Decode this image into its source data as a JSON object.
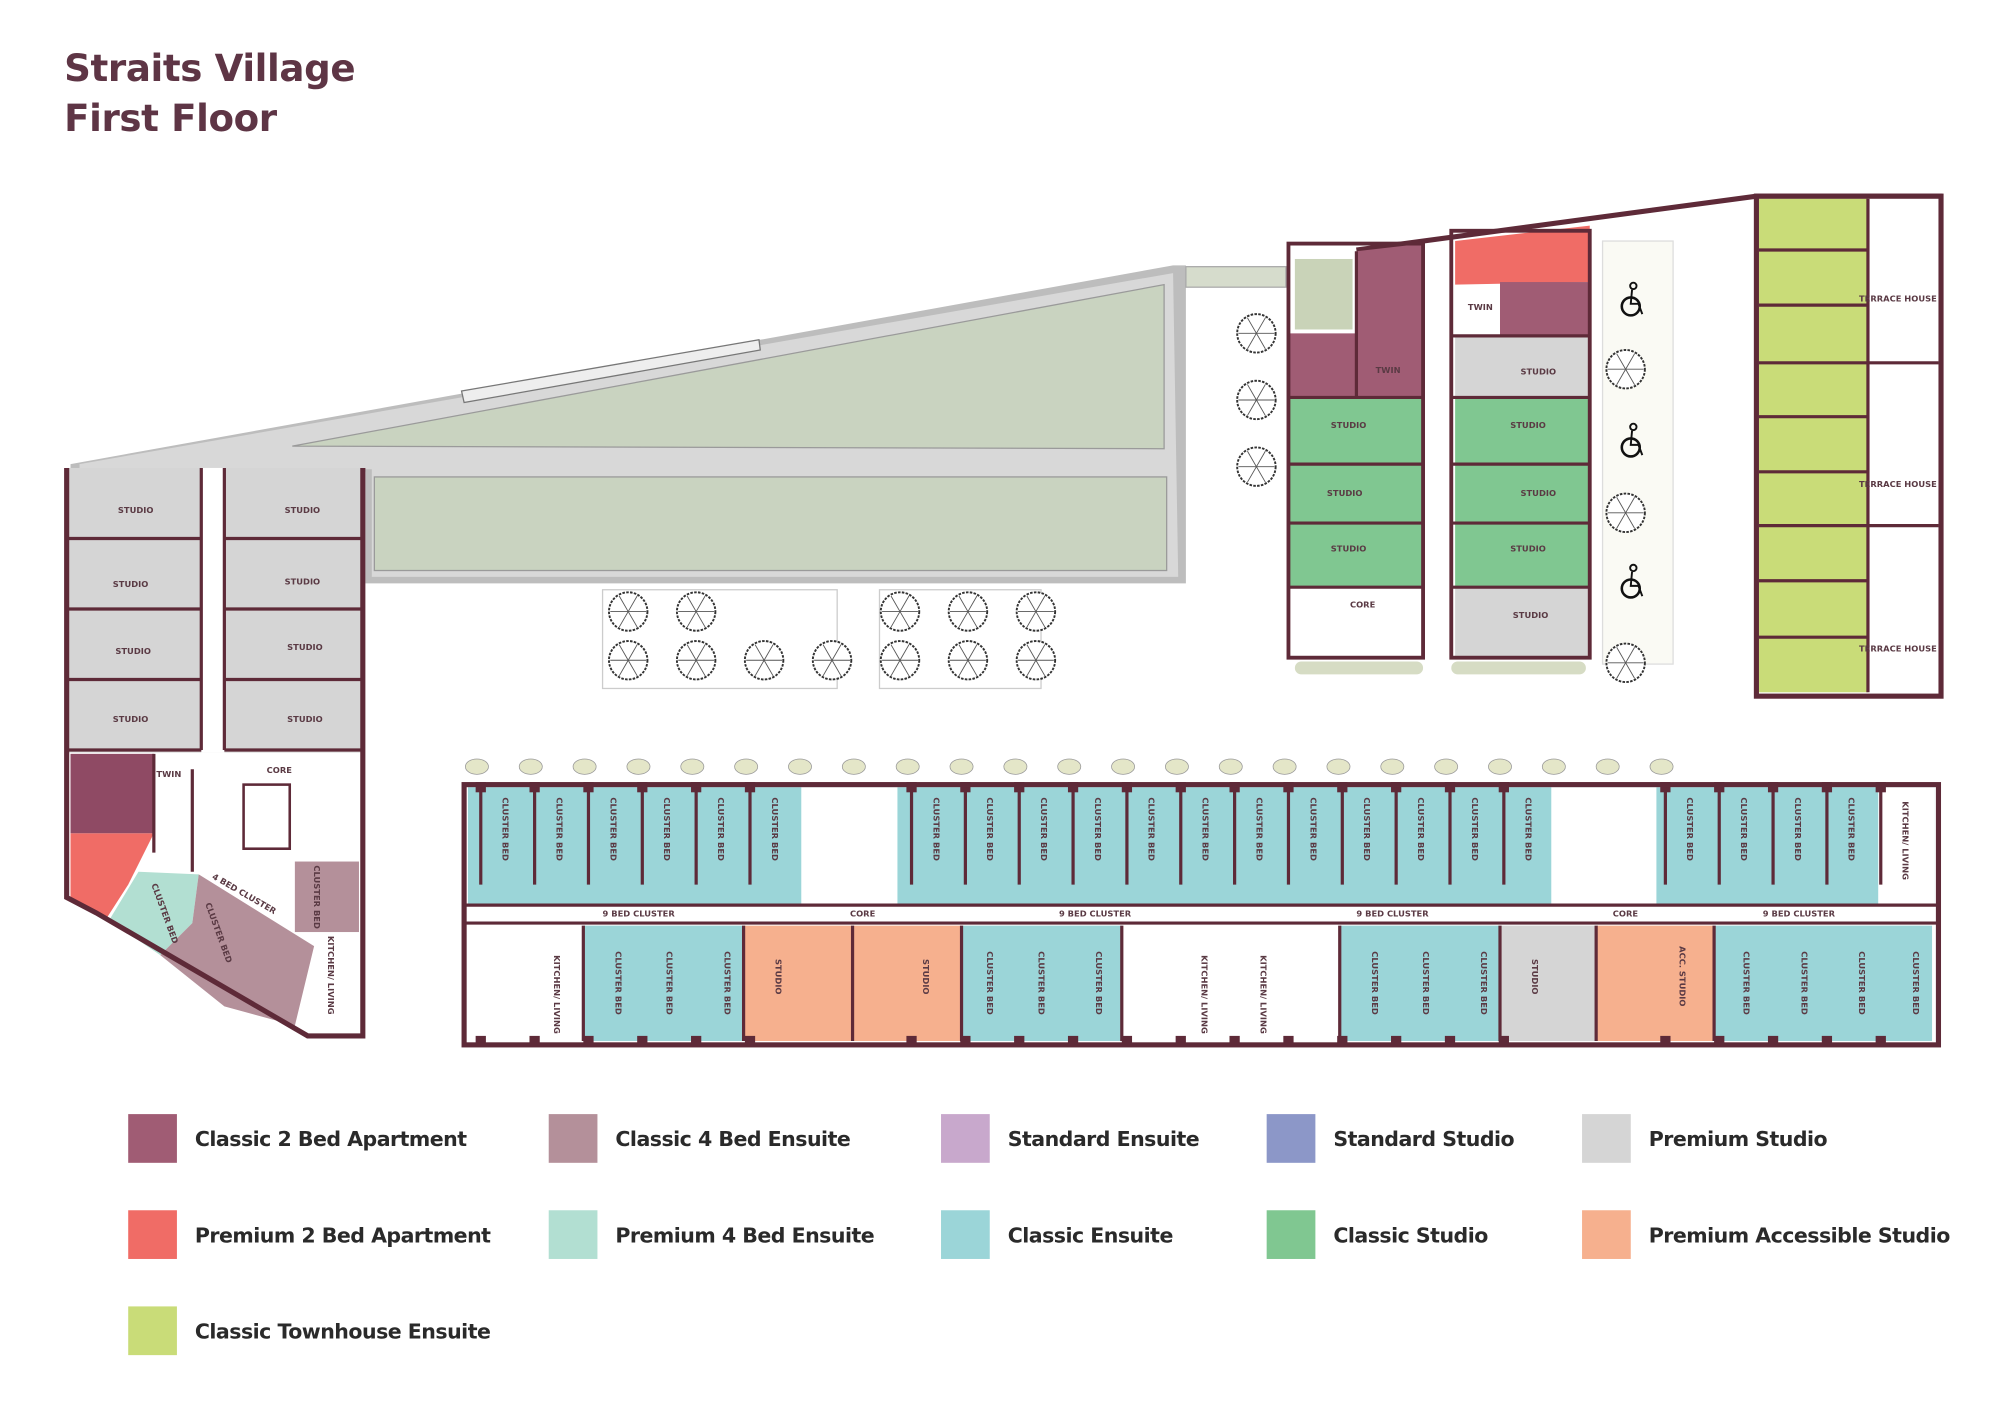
{
  "title": {
    "line1": "Straits Village",
    "line2": "First Floor"
  },
  "plan": {
    "labels": {
      "studio": "STUDIO",
      "twin": "TWIN",
      "core": "CORE",
      "cluster_bed": "CLUSTER BED",
      "kitchen_living": "KITCHEN/ LIVING",
      "nine_bed_cluster": "9 BED CLUSTER",
      "four_bed_cluster": "4 BED CLUSTER",
      "terrace_house": "TERRACE HOUSE",
      "acc_studio": "ACC. STUDIO"
    },
    "colors": {
      "wall": "#5e2a38",
      "lawn": "#c9d3c0",
      "paving": "#c4c4c4"
    }
  },
  "legend": [
    {
      "label": "Classic 2 Bed Apartment",
      "color": "#a05c74"
    },
    {
      "label": "Classic 4 Bed Ensuite",
      "color": "#b4909a"
    },
    {
      "label": "Standard Ensuite",
      "color": "#c8a8cc"
    },
    {
      "label": "Standard Studio",
      "color": "#8c97c8"
    },
    {
      "label": "Premium Studio",
      "color": "#d5d5d5"
    },
    {
      "label": "Premium 2 Bed Apartment",
      "color": "#f06c66"
    },
    {
      "label": "Premium 4 Bed Ensuite",
      "color": "#b2dfd2"
    },
    {
      "label": "Classic Ensuite",
      "color": "#9bd5d8"
    },
    {
      "label": "Classic Studio",
      "color": "#80c791"
    },
    {
      "label": "Premium Accessible Studio",
      "color": "#f6b08e"
    },
    {
      "label": "Classic Townhouse Ensuite",
      "color": "#c9dc78"
    }
  ]
}
